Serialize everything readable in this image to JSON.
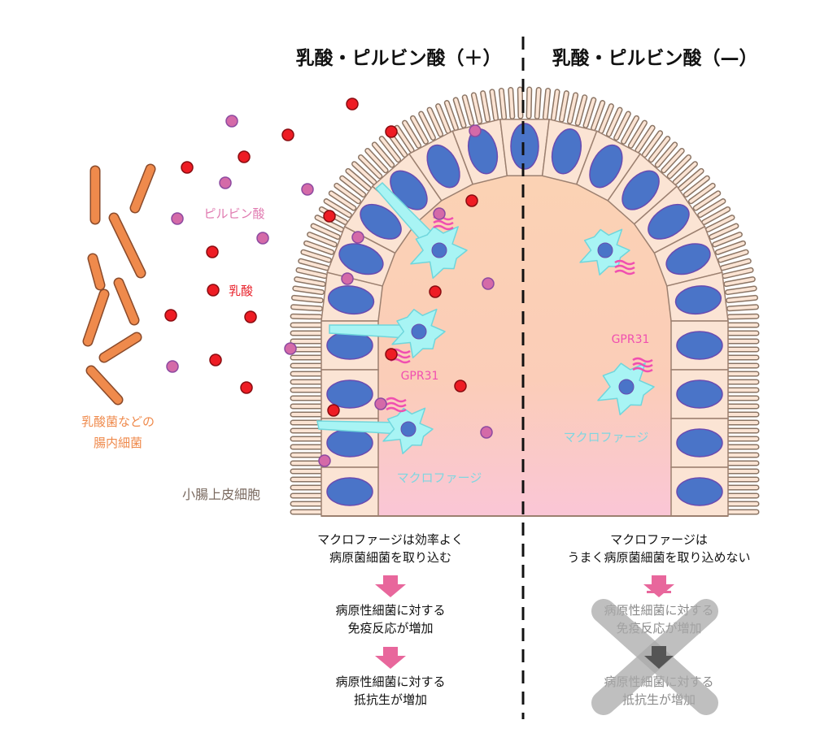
{
  "titles": {
    "left": "乳酸・ピルビン酸（＋）",
    "right": "乳酸・ピルビン酸（—）"
  },
  "labels": {
    "pyruvate": "ピルビン酸",
    "lactate": "乳酸",
    "bacteria_line1": "乳酸菌などの",
    "bacteria_line2": "腸内細菌",
    "epithelium": "小腸上皮細胞",
    "gpr31_left": "GPR31",
    "gpr31_right": "GPR31",
    "macrophage_left": "マクロファージ",
    "macrophage_right": "マクロファージ"
  },
  "left_flow": {
    "step1_line1": "マクロファージは効率よく",
    "step1_line2": "病原菌細菌を取り込む",
    "step2_line1": "病原性細菌に対する",
    "step2_line2": "免疫反応が増加",
    "step3_line1": "病原性細菌に対する",
    "step3_line2": "抵抗生が増加"
  },
  "right_flow": {
    "step1_line1": "マクロファージは",
    "step1_line2": "うまく病原菌細菌を取り込めない",
    "step2_line1": "病原性細菌に対する",
    "step2_line2": "免疫反応が増加",
    "step3_line1": "病原性細菌に対する",
    "step3_line2": "抵抗生が増加"
  },
  "colors": {
    "lactate": "#ee1c24",
    "pyruvate": "#d46aa8",
    "bacteria": "#ef8a4c",
    "nucleus": "#4a74c8",
    "macrophage": "#a8f4f4",
    "receptor": "#f04fb0",
    "arrow": "#e8679c",
    "cell": "#fbe4d4"
  }
}
